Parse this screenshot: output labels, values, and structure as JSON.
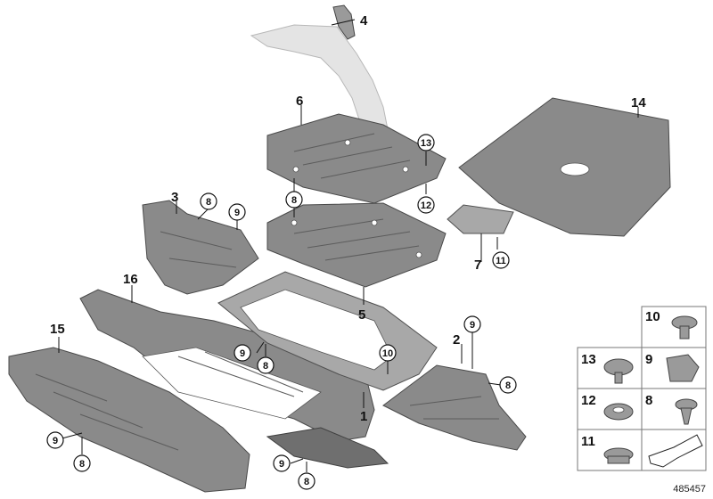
{
  "callouts": {
    "p1": "1",
    "p2": "2",
    "p3": "3",
    "p4": "4",
    "p5": "5",
    "p6": "6",
    "p7": "7",
    "p8": "8",
    "p9": "9",
    "p10": "10",
    "p11": "11",
    "p12": "12",
    "p13": "13",
    "p14": "14",
    "p15": "15",
    "p16": "16"
  },
  "legend": {
    "cell_10": "10",
    "cell_13": "13",
    "cell_9": "9",
    "cell_12": "12",
    "cell_8": "8",
    "cell_11": "11"
  },
  "reference_number": "485457",
  "colors": {
    "part_fill": "#8a8a8a",
    "ghost_fill": "#e4e4e4",
    "outline": "#4a4a4a"
  }
}
